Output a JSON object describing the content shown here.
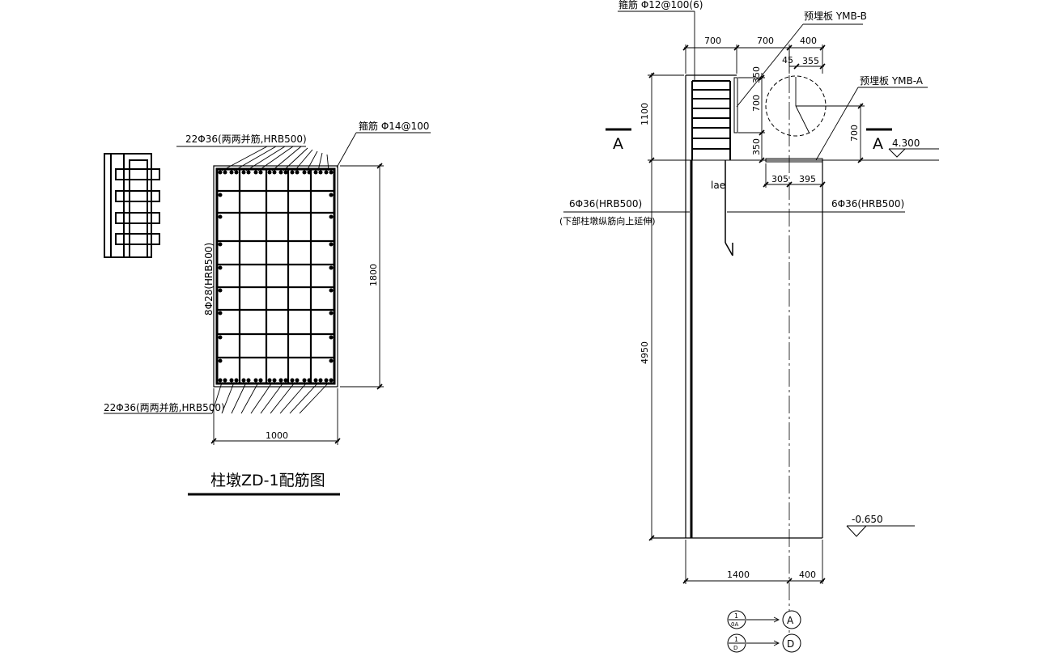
{
  "left_detail": {
    "title": "柱墩ZD-1配筋图",
    "top_bar_label": "22Φ36(两两并筋,HRB500)",
    "stirrup_label": "箍筋 Φ14@100",
    "side_bar_label": "8Φ28(HRB500)",
    "bottom_bar_label": "22Φ36(两两并筋,HRB500)",
    "width_dim": "1000",
    "height_dim": "1800"
  },
  "right_detail": {
    "stirrup_label": "箍筋 Φ12@100(6)",
    "plate_b_label": "预埋板 YMB-B",
    "plate_a_label": "预埋板 YMB-A",
    "top_dims": [
      "700",
      "700",
      "400"
    ],
    "dim_45": "45",
    "dim_355": "355",
    "dim_350_top": "350",
    "dim_700_mid": "700",
    "dim_350_bot": "350",
    "dim_1100": "1100",
    "dim_700_right": "700",
    "dim_305": "305",
    "dim_395": "395",
    "lae_label": "lae",
    "section_mark": "A",
    "main_bar_left": "6Φ36(HRB500)",
    "main_bar_note": "(下部柱墩纵筋向上延伸)",
    "main_bar_right": "6Φ36(HRB500)",
    "elev_top": "4.300",
    "elev_bottom": "-0.650",
    "dim_4950": "4950",
    "dim_1400": "1400",
    "dim_400_bottom": "400",
    "axis_a": "A",
    "axis_d": "D",
    "ref1_top": "1",
    "ref1_bottom": "0A",
    "ref2_top": "1",
    "ref2_bottom": "D"
  }
}
